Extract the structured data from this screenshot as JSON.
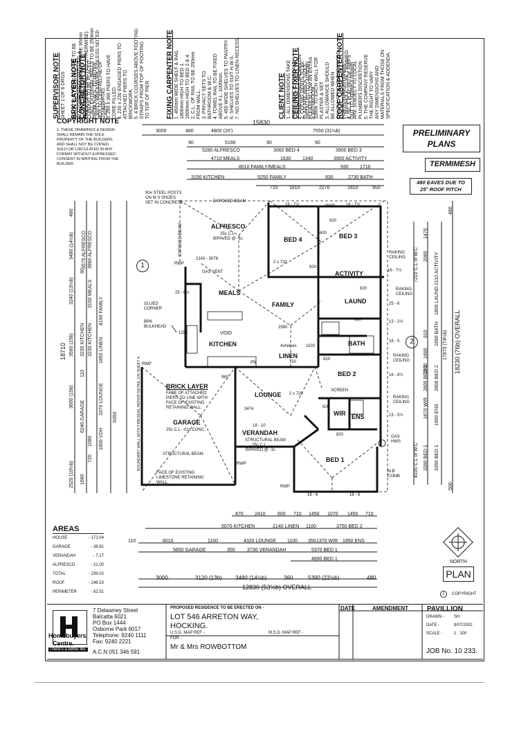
{
  "notes": [
    {
      "title": "SUPERVISOR NOTE",
      "lines": [
        "SHEET 1 OF 6 DRGS"
      ]
    },
    {
      "title": "",
      "lines": [
        "ALL STRUCTURAL BEAMS TO BE",
        "IN ACCORDANCE WITH B.C.A.",
        "REQUIREMENTS."
      ]
    },
    {
      "title": "CONCRETOR NOTE",
      "lines": [
        "CONDUIT TO BE PLACED",
        "FROM H.W.S. TO METER",
        "BOX TO CENTRELINE OF",
        "CAVITY."
      ]
    },
    {
      "title": "BRK LAYER NOTE",
      "lines": [
        "1. ALL INTERNAL WALLS TO BE 90mm",
        "THICK (UNLESS NOTED OTHERWISE).",
        "2. ALL EXTERNAL WALLS TO BE 250mm",
        "CAVITY BRICKWORK (UNLESS NOTED",
        "OTHERWISE).",
        "3. 290 x 390 PIERS TO HAVE",
        "CORE FILLED.",
        "4. 230 x 230 ENGAGED PIERS TO",
        "ATTACHED PIERS TO",
        "BRICKWORK.",
        "5. 4 BRICK COURSES ABOVE FOOTING",
        "STRAPS FROM TOP OF FOOTING",
        "TO TOP OF PIER."
      ]
    },
    {
      "title": "FIXING CARPENTER NOTE",
      "lines": [
        "1. 450mm WIDE SHELF & RAIL",
        "1800mm HIGH TO BED 1.",
        "1600mm HIGH TO BED 2 & 4.",
        "2. C.L. OF RAIL TO BE 250mm",
        "FROM WALL.",
        "3. PRIVACY SETS TO",
        "BATHROOM & W.C.",
        "4. TOWEL RAIL TO BE FIXED",
        "ABOVE F.L. 1000mm.",
        "5. 450 WIDE SHELVES TO PANTRY.",
        "6. SHELVES TO SUIT H.W.S.",
        "7. NO SHELVES TO LINEN RECESS."
      ]
    },
    {
      "title": "CEILING FIXER NOTE",
      "lines": [
        "1. CEILING VENTS TO BE",
        "INSTALLED TO LAUNDRY",
        "& BATHROOM."
      ]
    },
    {
      "title": "ROOF CARPENTER NOTE",
      "lines": [
        "1. MANHOLE TO BE TRIMMED",
        "OUT TO 500mm x 600mm"
      ]
    },
    {
      "title": "CLIENT NOTE",
      "lines": [
        "1. ALL DIMENSIONS TAKE",
        "PREFERENCE TO SCALE.",
        "2. DIMENSIONS SHOWN ON",
        "PLAN ARE BRICK SIZES.",
        "PLEASE ALLOW AN EXTRA",
        "10mm TO EACH WALL FOR",
        "PLASTER & SET.",
        "3. ALLOWANCE SHOULD",
        "BE ALLOWED WHEN",
        "CALCULATING CLEARANCES",
        "FOR FUTURE FITTINGS.",
        "4. No. & PLACING OF RWP's",
        "ARE SUBJECT TO LOCAL",
        "PLUMBERS DISCRETION.",
        "5. THE COMPANY RESERVE",
        "THE RIGHT TO VARY",
        "ANY DIMENSIONS AND",
        "MATERIALS FROM THOSE ON",
        "SPECIFICATION & ADDENDA."
      ]
    }
  ],
  "copyright": {
    "title": "COPYRIGHT NOTE",
    "text": [
      "1. THESE DRAWINGS & DESIGN",
      "SHALL REMAIN THE SOLE",
      "PROPERTY OF THE BUILDERS",
      "AND SHALL NOT BE COPIED,",
      "SOLD OR CIRCULATED IN ANY",
      "FORMAT WITHOUT EXPRESSED",
      "CONSENT IN WRITING FROM THE",
      "BUILDER."
    ]
  },
  "stamps": {
    "preliminary": [
      "PRELIMINARY",
      "PLANS"
    ],
    "termimesh": "TERMIMESH",
    "eaves": [
      "480 EAVES DUE TO",
      "25° ROOF PITCH"
    ]
  },
  "dims_top": {
    "overall": "15830",
    "row1": [
      "3000",
      "480",
      "4800 (20')",
      "7550 (31½b)"
    ],
    "row2": [
      "90",
      "5190",
      "90",
      "90"
    ],
    "row3": [
      "5280 ALFRESCO",
      "3060 BED 4",
      "3900 BED 3"
    ],
    "row4": [
      "4710 MEALS",
      "1630",
      "1340",
      "3900 ACTIVITY"
    ],
    "row5": [
      "8010 FAMILY/MEALS",
      "930",
      "1710"
    ],
    "row6": [
      "3150 KITCHEN",
      "5250 FAMILY",
      "930",
      "2730 BATH"
    ],
    "row7": [
      "710",
      "1810",
      "2270",
      "1810",
      "950"
    ]
  },
  "dims_bottom": {
    "row1": [
      "470",
      "2410",
      "600",
      "710",
      "1450",
      "1070",
      "1450",
      "710"
    ],
    "row2": [
      "5070 KITCHEN",
      "2140 LINEN",
      "1100",
      "3750 BED 2"
    ],
    "row3": [
      "110",
      "6010",
      "1100",
      "4320 LOUNGE",
      "1100",
      "350",
      "1370 WIR",
      "1950 ENS"
    ],
    "row4": [
      "5650 GARAGE",
      "350",
      "3730 VERANDAH",
      "5370 BED 1"
    ],
    "row5": [
      "4890 BED 1"
    ],
    "row6": [
      "3000",
      "3120 (13b)",
      "3480 (14½b)",
      "360",
      "5390 (22½b)",
      "480"
    ],
    "overall": "12830 (53½b) OVERALL"
  },
  "dims_left": [
    "480",
    "3480 (14½b)",
    "3240 (13½b)",
    "3590 (15b)",
    "3600 (15b)",
    "2520 (10½b)",
    "18710",
    "3570 ALFRESCO",
    "3960 ALFRESCO",
    "3150 MEALS",
    "4190 FAMILY",
    "3230 KITCHEN",
    "3230 KITCHEN",
    "1850 LINEN",
    "6240 GARAGE",
    "3370 LOUNGE",
    "1800 VDH",
    "6350",
    "1680",
    "720",
    "1080",
    "110",
    "90"
  ],
  "dims_right": [
    "480",
    "7210 C.L of W.C",
    "2800 BED 2",
    "2800 BED 2",
    "1670 WIR",
    "1950 ENS",
    "3390 BED 1",
    "3390 BED 1",
    "17870 (74½b)",
    "18230 (76b) OVERALL",
    "4105 C.L of W.C",
    "1470",
    "2060",
    "2110 ACTIVITY",
    "1800 LAUND",
    "1650 BATH",
    "2050",
    "910",
    "1600",
    "500"
  ],
  "rooms": {
    "alfresco": "ALFRESCO",
    "alfresco_sub": [
      "25c C.L",
      "B/PAVED @ -1c"
    ],
    "bed4": "BED 4",
    "bed3": "BED 3",
    "activity": "ACTIVITY",
    "meals": "MEALS",
    "family": "FAMILY",
    "laund": "LAUND",
    "kitchen": "KITCHEN",
    "void": "VOID",
    "bath": "BATH",
    "linen": "LINEN",
    "bed2": "BED 2",
    "lounge": "LOUNGE",
    "garage": "GARAGE",
    "garage_sub": "25c C.L. -01c CONC.",
    "verandah": "VERANDAH",
    "verandah_sub": [
      "STRUCTURAL BEAM",
      "25c C.L",
      "B/PAVED @ -1c"
    ],
    "wir": "WIR",
    "ens": "ENS",
    "bed1": "BED 1",
    "brick_layer": "BRICK LAYER",
    "brick_layer_text": [
      "FACE OF ATTACHED",
      "PIERS TO LINE WITH",
      "FACE OF EXISTING",
      "RETAINING WALL."
    ]
  },
  "annotations": {
    "steel_posts": [
      "90# STEEL POSTS",
      "ON M.S SHOES",
      "SET IN CONCRETE."
    ],
    "exposed_beam": "EXPOSED BEAM",
    "rwp": "RWP",
    "gas_vent": "GAS VENT",
    "glued_corner": [
      "GLUED",
      "CORNER"
    ],
    "brk_bulkhead": [
      "BRK",
      "BULKHEAD"
    ],
    "raking_ceiling": [
      "RAKING",
      "CEILING"
    ],
    "gas_hws": [
      "GAS",
      "HWS"
    ],
    "mb_comb": [
      "M.B",
      "COMB"
    ],
    "limestone": [
      "FACE OF EXISTING",
      "LIMESTONE RETAINING",
      "WALL."
    ],
    "boundary": "BOUNDARY WALL WITH FIRESEAL REFER DETAIL ON SHEET 4",
    "structural_beam": "STRUCTURAL BEAM",
    "screen": "SCREEN",
    "pty": "pty",
    "shelves": "4shelves",
    "height_codes": [
      "16 - 7½",
      "16 - 7½",
      "16 - 7½",
      "25 - 6½",
      "25 - 6",
      "13 - 2½",
      "16 - 5",
      "16 - 8½",
      "13 - 5½",
      "18 - 10",
      "18 - 6",
      "18 - 6"
    ],
    "openings": [
      "820",
      "820",
      "820",
      "820",
      "820",
      "820",
      "820",
      "1100",
      "2143 - 3078",
      "2580",
      "3474",
      "2 x 720",
      "2 x 720",
      "720",
      "960",
      "1251",
      "600"
    ]
  },
  "areas": {
    "title": "AREAS",
    "rows": [
      {
        "label": "HOUSE",
        "value": "- 172.04"
      },
      {
        "label": "GARAGE",
        "value": "- 38.81"
      },
      {
        "label": "VERANDAH",
        "value": "- 7.17"
      },
      {
        "label": "ALFRESCO",
        "value": "- 21.00"
      },
      {
        "label": "TOTAL",
        "value": "- 239.02"
      },
      {
        "label": "ROOF",
        "value": "- 248.53"
      },
      {
        "label": "PERIMETER",
        "value": "- 82.51"
      }
    ]
  },
  "north": {
    "label": "NORTH",
    "plan": "PLAN",
    "copyright": "COPYRIGHT"
  },
  "title_block": {
    "company": [
      "Homebuyers",
      "Centre."
    ],
    "tagline": "There's a better life.",
    "address": [
      "7 Delawney Street",
      "Balcatta 6021",
      "PO Box 1444",
      "Osborne Park 6017",
      "Telephone: 9240 1111",
      "Fax: 9240 2221"
    ],
    "acn": "A.C.N 051 346 591",
    "proposed": "PROPOSED RESIDENCE TO BE ERECTED ON -",
    "lot": "LOT 546 ARRETON WAY,",
    "suburb": "HOCKING.",
    "usd": "U.S.D. MAP REF -",
    "msd": "M.S.D. MAP REF -",
    "for": "FOR -",
    "client": "Mr & Mrs ROWBOTTOM",
    "date_label": "DATE",
    "amendment_label": "AMENDMENT",
    "design": "PAVILLION",
    "drawn_label": "DRAWN -",
    "drawn": "SH",
    "date2_label": "DATE -",
    "date2": "8/07/2002",
    "scale_label": "SCALE -",
    "scale": "1 : 100",
    "job": "JOB No. 10 233."
  },
  "markers": [
    "1",
    "2"
  ]
}
